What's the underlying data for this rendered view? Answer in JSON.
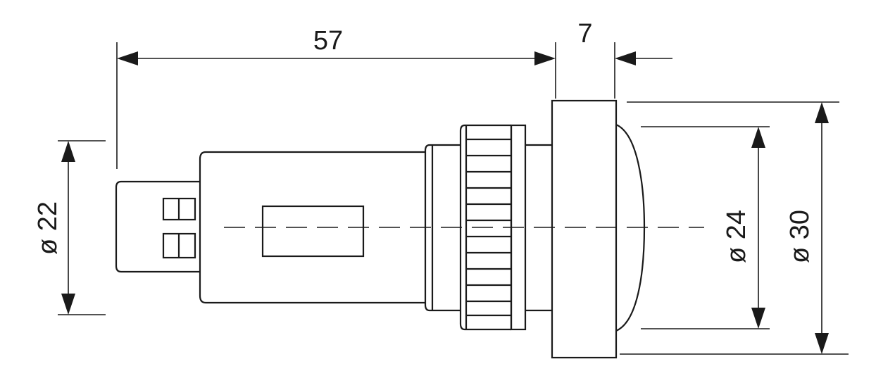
{
  "dimensions": {
    "length": "57",
    "flange_thickness": "7",
    "body_diameter": "ø 22",
    "lens_diameter": "ø 24",
    "flange_diameter": "ø 30"
  }
}
